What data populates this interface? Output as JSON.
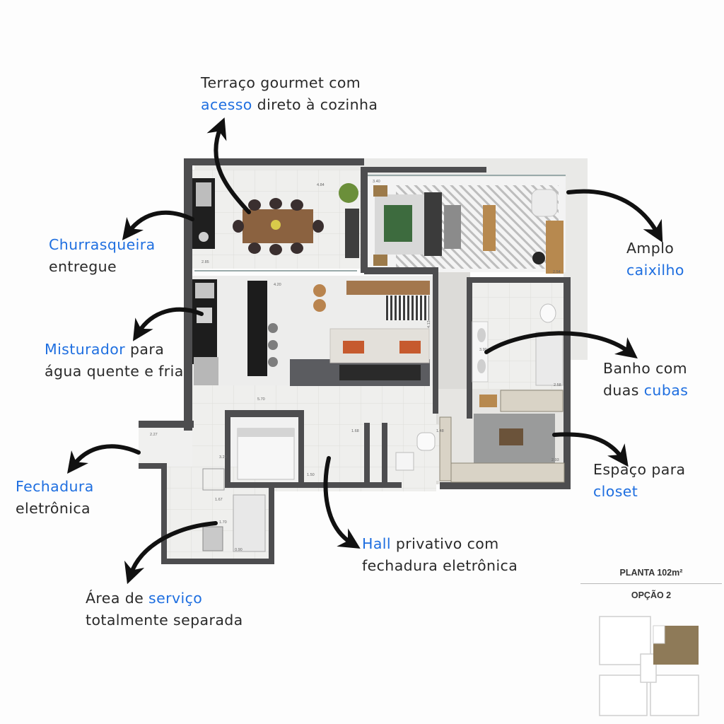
{
  "callouts": {
    "terraco": {
      "line1": "Terraço gourmet com",
      "hl": "acesso",
      "line2_rest": " direto à cozinha"
    },
    "churrasqueira": {
      "hl": "Churrasqueira",
      "line2": "entregue"
    },
    "misturador": {
      "hl": "Misturador",
      "line1_rest": " para",
      "line2": "água quente e fria"
    },
    "fechadura": {
      "hl": "Fechadura",
      "line2": "eletrônica"
    },
    "area_servico": {
      "line1_pre": "Área de ",
      "hl": "serviço",
      "line2": "totalmente separada"
    },
    "hall": {
      "hl": "Hall",
      "line1_rest": " privativo com",
      "line2": "fechadura eletrônica"
    },
    "espaco": {
      "line1": "Espaço para",
      "hl": "closet"
    },
    "banho": {
      "line1": "Banho com",
      "line2_pre": "duas ",
      "hl": "cubas"
    },
    "amplo": {
      "line1": "Amplo",
      "hl": "caixilho"
    }
  },
  "key_plan": {
    "title": "PLANTA 102m²",
    "option": "OPÇÃO 2"
  },
  "dimensions": {
    "terrace": "4.84",
    "suite_a": "3.40",
    "suite_b": "2.54",
    "living": "4.20",
    "living_side": "4.13",
    "bath_w": "3.90",
    "bath_side": "2.58",
    "kitchen": "2.85",
    "kitchen_len": "5.70",
    "entry": "2.27",
    "hall": "1.68",
    "wc": "1.48",
    "hall_side": "1.50",
    "service": "1.67",
    "service_side": "1.70",
    "service_b": "0.90",
    "closet": "3.22",
    "closet_side": "2.93"
  },
  "colors": {
    "accent": "#1f6fe0",
    "wall": "#4d4d4f",
    "floor": "#ececea",
    "wood": "#a3774d",
    "keyplan_unit": "#8e7a58"
  }
}
